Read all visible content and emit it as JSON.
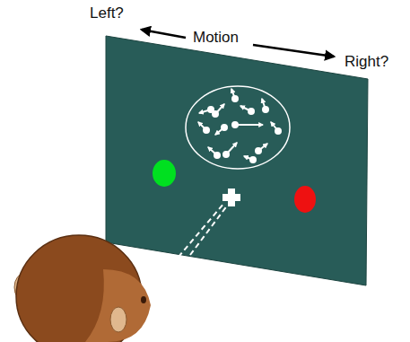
{
  "diagram": {
    "labels": [
      "Left?",
      "Motion",
      "Right?"
    ]
  }
}
